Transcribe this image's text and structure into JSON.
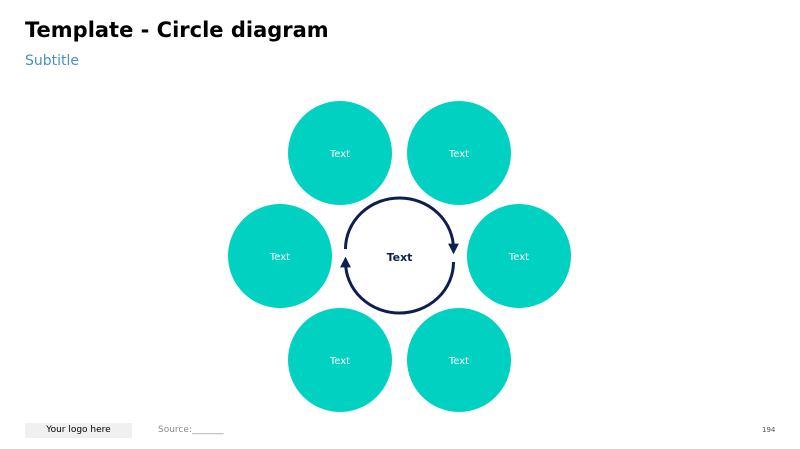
{
  "title": "Template - Circle diagram",
  "subtitle": "Subtitle",
  "diagram": {
    "center_label": "Text",
    "circles": [
      {
        "label": "Text"
      },
      {
        "label": "Text"
      },
      {
        "label": "Text"
      },
      {
        "label": "Text"
      },
      {
        "label": "Text"
      },
      {
        "label": "Text"
      }
    ],
    "circle_color": "#00d1c1",
    "arrow_color": "#0d1f4f"
  },
  "footer": {
    "logo": "Your logo here",
    "source": "Source:_______",
    "page_number": "194"
  }
}
